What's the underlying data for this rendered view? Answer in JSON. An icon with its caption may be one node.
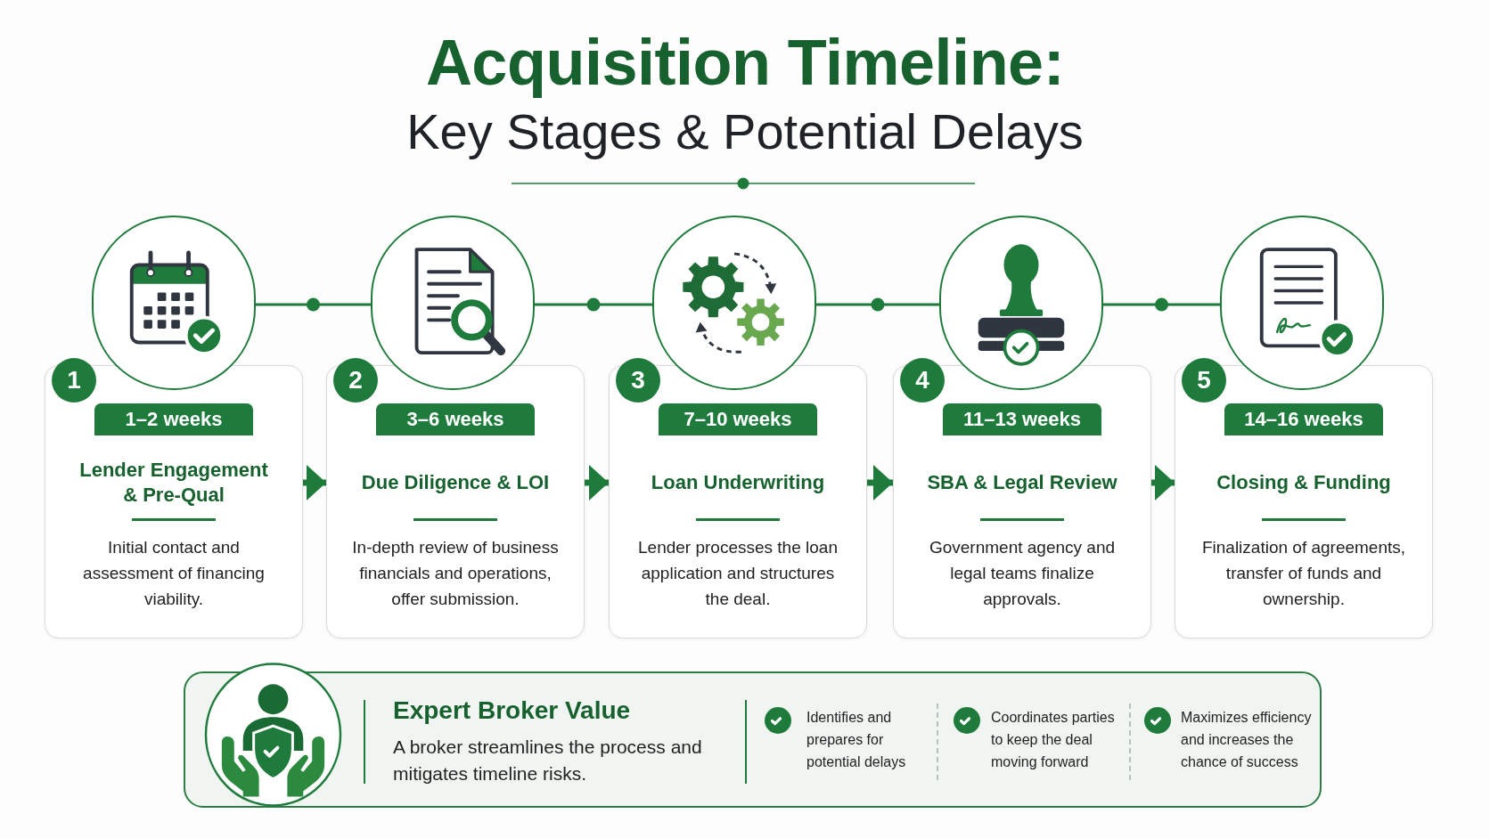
{
  "diagram": {
    "title": "Acquisition Timeline:",
    "nodes": [
      {
        "text": [],
        "shape": "circle"
      },
      {
        "text": [
          "1",
          "1–2 weeks",
          "Lender Engagement & Pre-Qual",
          "Initial contact and assessment of financing viability."
        ]
      },
      {
        "text": [],
        "shape": "circle"
      },
      {
        "text": [
          "2",
          "3–6 weeks",
          "Due Diligence & LOI",
          "In-depth review of business financials and operations, offer submission."
        ]
      },
      {
        "text": [],
        "shape": "circle"
      },
      {
        "text": [
          "3",
          "7–10 weeks",
          "Loan Underwriting",
          "Lender processes the loan application and structures the deal."
        ]
      },
      {
        "text": [],
        "shape": "circle"
      },
      {
        "text": [
          "4",
          "11–13 weeks",
          "SBA & Legal Review",
          "Government agency and legal teams finalize approvals."
        ]
      },
      {
        "text": [],
        "shape": "circle"
      },
      {
        "text": [
          "5",
          "14–16 weeks",
          "Closing & Funding",
          "Finalization of agreements, transfer of funds and ownership."
        ]
      },
      {
        "text": [
          "Expert Broker Value",
          "A broker streamlines the process and mitigates timeline risks.",
          "Identifies and prepares for potential delays",
          "Coordinates parties to keep the deal moving forward",
          "Maximizes efficiency and increases the chance of success"
        ]
      }
    ],
    "edges": [
      {
        "from": 0,
        "to": 2,
        "arrow": "none"
      },
      {
        "from": 2,
        "to": 4,
        "arrow": "none"
      },
      {
        "from": 4,
        "to": 6,
        "arrow": "none"
      },
      {
        "from": 6,
        "to": 8,
        "arrow": "none"
      },
      {
        "from": 1,
        "to": 3,
        "arrow": "to",
        "style": "thick"
      },
      {
        "from": 3,
        "to": 5,
        "arrow": "to",
        "style": "thick"
      },
      {
        "from": 5,
        "to": 7,
        "arrow": "to",
        "style": "thick"
      },
      {
        "from": 7,
        "to": 9,
        "arrow": "to",
        "style": "thick"
      }
    ],
    "labels": [
      "Key Stages & Potential Delays"
    ]
  }
}
